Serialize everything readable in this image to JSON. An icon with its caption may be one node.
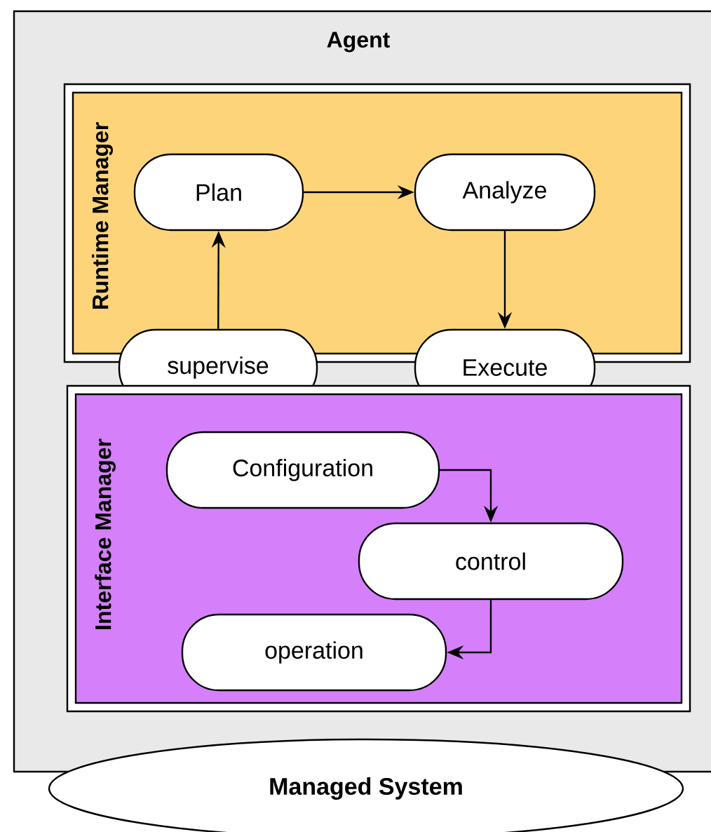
{
  "diagram": {
    "nodes": [
      {
        "text": [
          "Agent"
        ]
      },
      {
        "text": [
          "Runtime Manager"
        ],
        "in": 0
      },
      {
        "text": [
          "Plan"
        ],
        "in": 1
      },
      {
        "text": [
          "Analyze"
        ],
        "in": 1
      },
      {
        "text": [
          "supervise"
        ],
        "in": 0
      },
      {
        "text": [
          "Execute"
        ],
        "in": 0
      },
      {
        "text": [
          "Interface Manager"
        ],
        "in": 0
      },
      {
        "text": [
          "Configuration"
        ],
        "in": 6
      },
      {
        "text": [
          "control"
        ],
        "in": 6
      },
      {
        "text": [
          "operation"
        ],
        "in": 6
      },
      {
        "text": [
          "Managed System"
        ]
      }
    ],
    "edges": [
      {
        "from": 2,
        "to": 3,
        "arrow": "to"
      },
      {
        "from": 3,
        "to": 5,
        "arrow": "to"
      },
      {
        "from": 4,
        "to": 2,
        "arrow": "to"
      },
      {
        "from": 7,
        "to": 8,
        "arrow": "to"
      },
      {
        "from": 8,
        "to": 9,
        "arrow": "to"
      }
    ]
  }
}
